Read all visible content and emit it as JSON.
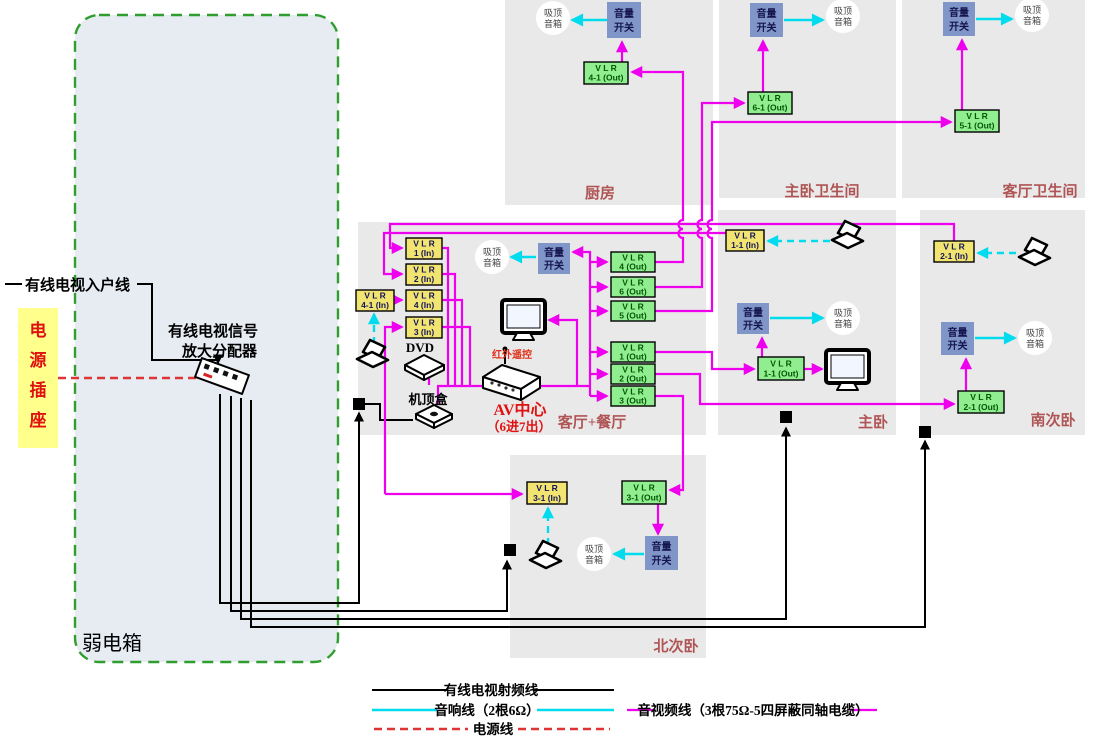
{
  "weak_box_label": "弱电箱",
  "power_socket_chars": [
    "电",
    "源",
    "插",
    "座"
  ],
  "entry_label": "有线电视入户线",
  "amplifier": {
    "line1": "有线电视信号",
    "line2": "放大分配器"
  },
  "rooms": {
    "kitchen": "厨房",
    "master_bath": "主卧卫生间",
    "living_bath": "客厅卫生间",
    "living_dining": "客厅+餐厅",
    "master": "主卧",
    "south": "南次卧",
    "north": "北次卧"
  },
  "vlr": "V L R",
  "switch": {
    "line1": "音量",
    "line2": "开关"
  },
  "speaker": {
    "line1": "吸顶",
    "line2": "音箱"
  },
  "ports": {
    "k41o": "4-1 (Out)",
    "mb61o": "6-1 (Out)",
    "lb51o": "5-1 (Out)",
    "in1": "1 (In)",
    "in2": "2 (In)",
    "in4": "4 (In)",
    "in3": "3 (In)",
    "in41": "4-1 (In)",
    "o4": "4 (Out)",
    "o6": "6 (Out)",
    "o5": "5 (Out)",
    "o1": "1 (Out)",
    "o2": "2 (Out)",
    "o3": "3 (Out)",
    "m11i": "1-1 (In)",
    "m11o": "1-1 (Out)",
    "s21i": "2-1 (In)",
    "s21o": "2-1 (Out)",
    "n31i": "3-1 (In)",
    "n31o": "3-1 (Out)"
  },
  "devices": {
    "dvd": "DVD",
    "stb": "机顶盒",
    "av_center_line1": "AV中心",
    "av_center_line2": "（6进7出）",
    "ir_remote": "红外遥控"
  },
  "legend": {
    "rf": "有线电视射频线",
    "speaker_wire": "音响线（2根6Ω）",
    "power": "电源线",
    "av": "音视频线（3根75Ω-5四屏蔽同轴电缆）"
  },
  "colors": {
    "av_line": "#ee00ee",
    "speaker_line": "#00dbee",
    "rf_line": "#000000",
    "power_line": "#e03434",
    "weakbox_border": "#2f9e2f",
    "room_fill": "#e9e9e9",
    "vlr_in_fill": "#f2e470",
    "vlr_out_fill": "#90ee90",
    "switch_fill": "#8096c8",
    "room_label": "#b05555",
    "socket_fill": "#ffff8c"
  }
}
